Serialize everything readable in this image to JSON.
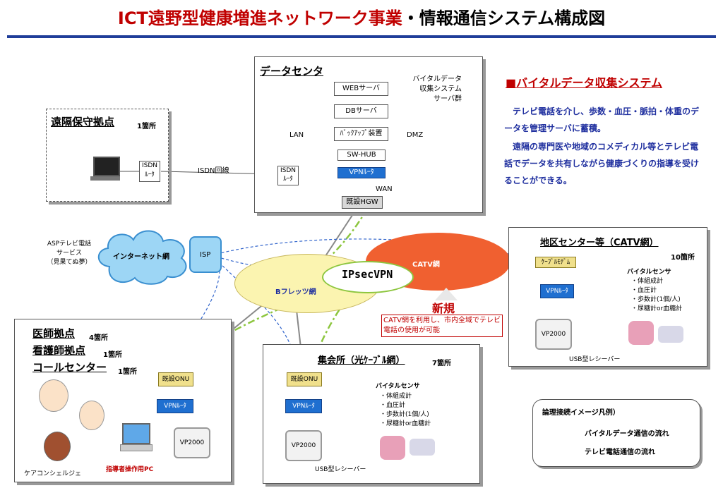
{
  "title": {
    "red": "ICT遠野型健康増進ネットワーク事業",
    "rest": "・情報通信システム構成図"
  },
  "datacenter": {
    "title": "データセンタ",
    "web": "WEBサーバ",
    "db": "DBサーバ",
    "backup": "ﾊﾞｯｸｱｯﾌﾟ装置",
    "swhub": "SW-HUB",
    "vpn": "VPNﾙｰﾀ",
    "isdn": "ISDN\nﾙｰﾀ",
    "hgw": "既設HGW",
    "lan": "LAN",
    "dmz": "DMZ",
    "wan": "WAN",
    "server_group": "バイタルデータ\n収集システム\nサーバ群"
  },
  "remote": {
    "title": "遠隔保守拠点",
    "count": "1箇所",
    "isdn": "ISDN\nﾙｰﾀ",
    "line": "ISDN回線"
  },
  "vital_system": {
    "heading": "■バイタルデータ収集システム",
    "desc1": "テレビ電話を介し、歩数・血圧・脈拍・体重のデータを管理サーバに蓄積。",
    "desc2": "遠隔の専門医や地域のコメディカル等とテレビ電話でデータを共有しながら健康づくりの指導を受けることができる。"
  },
  "network": {
    "asp": "ASPテレビ電話\nサービス\n（見果てぬ夢）",
    "internet": "インターネット網",
    "isp": "ISP",
    "catv": "CATV網",
    "bflets": "Bフレッツ網",
    "ipsec": "IPsecVPN",
    "new_label": "新規",
    "new_note": "CATV網を利用し、市内全域でテレビ電話の使用が可能"
  },
  "district": {
    "title": "地区センター等（CATV網）",
    "count": "10箇所",
    "modem": "ｹｰﾌﾞﾙﾓﾃﾞﾑ",
    "vpn": "VPNﾙｰﾀ",
    "vp": "VP2000",
    "sensor_title": "バイタルセンサ",
    "sensors": [
      "・体組成計",
      "・血圧計",
      "・歩数計(1個/人)",
      "・尿糖計or血糖計"
    ],
    "usb": "USB型レシーバー"
  },
  "doctor": {
    "line1": "医師拠点",
    "count1": "4箇所",
    "line2": "看護師拠点",
    "count2": "1箇所",
    "line3": "コールセンター",
    "count3": "1箇所",
    "onu": "既設ONU",
    "vpn": "VPNﾙｰﾀ",
    "vp": "VP2000",
    "concierge": "ケアコンシェルジェ",
    "pc": "指導者操作用PC"
  },
  "hall": {
    "title": "集会所（光ｹｰﾌﾞﾙ網）",
    "count": "7箇所",
    "onu": "既設ONU",
    "vpn": "VPNﾙｰﾀ",
    "vp": "VP2000",
    "sensor_title": "バイタルセンサ",
    "sensors": [
      "・体組成計",
      "・血圧計",
      "・歩数計(1個/人)",
      "・尿糖計or血糖計"
    ],
    "usb": "USB型レシーバー"
  },
  "legend": {
    "title": "論理接続イメージ凡例）",
    "vital_flow": "バイタルデータ通信の流れ",
    "tv_flow": "テレビ電話通信の流れ",
    "vital_color": "#8dc63f",
    "tv_color": "#3366cc"
  }
}
